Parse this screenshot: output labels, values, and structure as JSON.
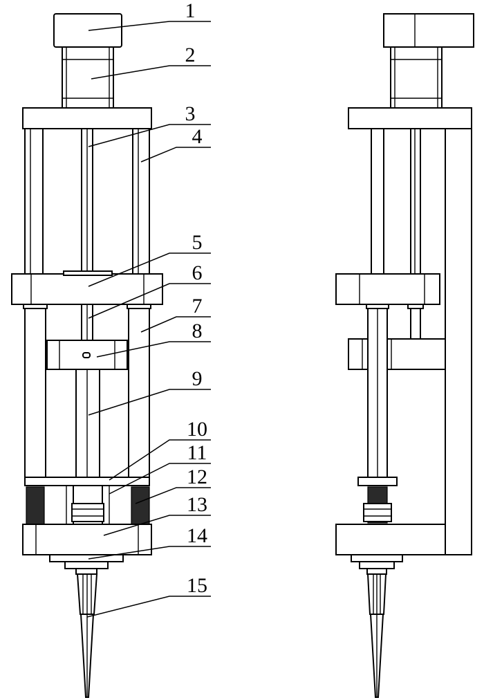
{
  "callouts": [
    "1",
    "2",
    "3",
    "4",
    "5",
    "6",
    "7",
    "8",
    "9",
    "10",
    "11",
    "12",
    "13",
    "14",
    "15"
  ]
}
